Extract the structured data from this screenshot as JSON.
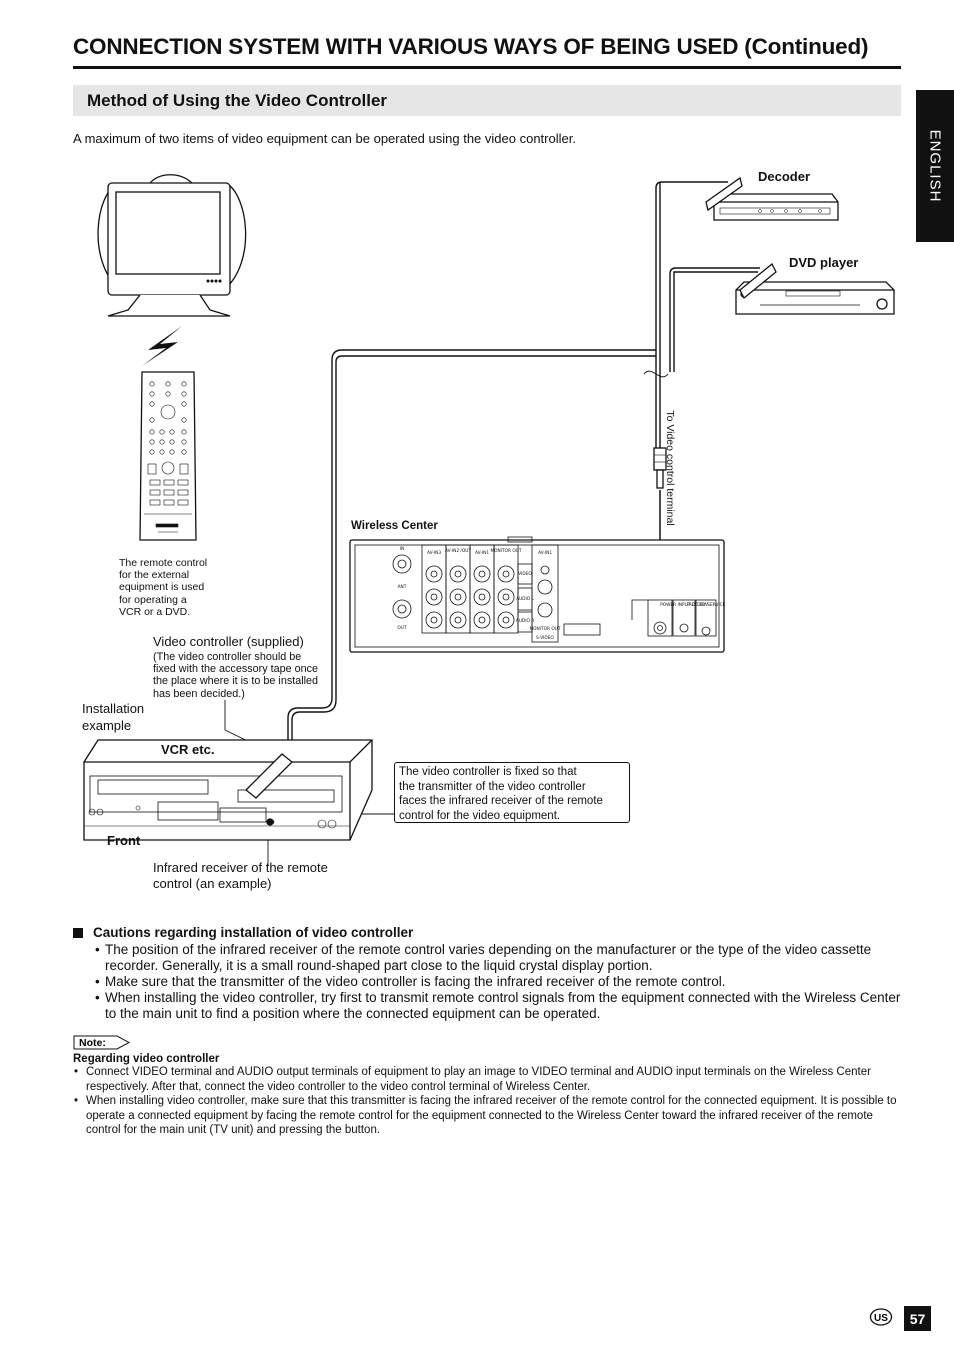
{
  "header": {
    "title": "CONNECTION SYSTEM WITH VARIOUS WAYS OF BEING USED (Continued)",
    "section_title": "Method of Using the Video Controller",
    "intro": "A maximum of two items of video equipment can be operated using the video controller."
  },
  "side_tab": {
    "label": "ENGLISH"
  },
  "diagram": {
    "decoder": "Decoder",
    "dvd_player": "DVD player",
    "vc_terminal": "To Video control terminal",
    "wireless_center": "Wireless Center",
    "remote_note": [
      "The remote control",
      "for the external",
      "equipment is used",
      "for operating a",
      "VCR or a DVD."
    ],
    "vc_title": "Video controller (supplied)",
    "vc_note": [
      "(The video controller should be",
      "fixed with the accessory tape once",
      "the place where it is to be installed",
      "has been decided.)"
    ],
    "install_example": [
      "Installation",
      "example"
    ],
    "vcr": "VCR etc.",
    "front": "Front",
    "ir_receiver": [
      "Infrared receiver of the remote",
      "control (an example)"
    ],
    "callout": [
      "The video controller is fixed so that",
      "the transmitter of the video controller",
      "faces the infrared receiver of the remote",
      "control for the video equipment."
    ],
    "panel": {
      "in": "IN",
      "ant": "ANT",
      "out": "OUT",
      "av_in3": "AV-IN3",
      "av_in2_out": "AV-IN2 /OUT",
      "av_in1_a": "AV-IN1",
      "monitor_out": "MONITOR OUT",
      "av_in1_b": "AV-IN1",
      "video": "VIDEO",
      "audio_l": "AUDIO L",
      "audio_r": "AUDIO R",
      "monitor_out_b": "MONITOR OUT",
      "s_video": "S-VIDEO",
      "power_input": "POWER INPUT DC 12V",
      "factory_service": "FACTORY SERVICE"
    }
  },
  "cautions": {
    "title": "Cautions regarding installation of video controller",
    "items": [
      "The position of the infrared receiver of the remote control varies depending on the manufacturer or the type of the video cassette recorder. Generally, it is a small round-shaped part close to the liquid crystal display portion.",
      "Make sure that the transmitter of the video controller is facing the infrared receiver of the remote control.",
      "When installing the video controller, try first to transmit remote control signals from the equipment connected with the Wireless Center to the main unit to find a position where the connected equipment can be operated."
    ]
  },
  "note": {
    "tag": "Note:",
    "title": "Regarding video controller",
    "items": [
      "Connect VIDEO terminal and AUDIO output terminals of equipment to play an image to VIDEO terminal and AUDIO input terminals on the Wireless Center respectively. After that, connect the video controller to the video control terminal of Wireless Center.",
      "When installing video controller, make sure that this transmitter is facing the infrared receiver of the remote control for the connected equipment. It is possible to operate a connected equipment by facing the remote control for the equipment connected to the Wireless Center toward the infrared receiver of the remote control for the main unit (TV unit) and pressing the button."
    ]
  },
  "footer": {
    "region": "US",
    "page_number": "57"
  }
}
